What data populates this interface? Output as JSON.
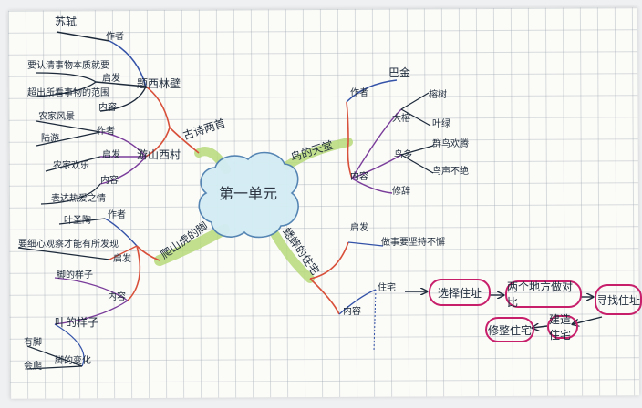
{
  "center": "第一单元",
  "upper_left": {
    "branch1": "古诗两首",
    "sub1": "题西林壁",
    "sub1_author": "作者",
    "sub1_author_name": "苏轼",
    "sub1_inspire": "启发",
    "sub1_inspire_text1": "要认清事物本质就要",
    "sub1_inspire_text2": "超出所看事物的范围",
    "sub1_content": "内容",
    "sub2": "游山西村",
    "sub2_item1": "农家风景",
    "sub2_item2": "陆游",
    "sub2_author": "作者",
    "sub2_item3": "农家欢乐",
    "sub2_inspire": "启发",
    "sub2_item4": "内容",
    "sub2_item5": "表达热爱之情"
  },
  "lower_left": {
    "branch": "爬山虎的脚",
    "author": "作者",
    "author_name": "叶圣陶",
    "inspire": "启发",
    "inspire_text": "要细心观察才能有所发现",
    "content": "内容",
    "item1": "脚的样子",
    "item2": "叶的样子",
    "item3": "有脚",
    "item4": "会爬",
    "item5": "脚的变化"
  },
  "upper_right": {
    "branch": "鸟的天堂",
    "author": "作者",
    "author_name": "巴金",
    "content": "内容",
    "sub1": "大榕",
    "sub1_a": "榕树",
    "sub1_b": "叶绿",
    "sub2": "鸟多",
    "sub2_a": "群鸟欢腾",
    "sub2_b": "鸟声不绝",
    "sub3": "修辞"
  },
  "lower_right": {
    "branch": "蟋蟀的住宅",
    "inspire": "启发",
    "inspire_text": "做事要坚持不懈",
    "content": "内容",
    "work": "住宅",
    "flow1": "选择住址",
    "flow2": "两个地方做对比",
    "flow3": "寻找住址",
    "flow4": "建造住宅",
    "flow5": "修整住宅"
  },
  "colors": {
    "line_dark": "#1d2a3a",
    "line_red": "#d8503a",
    "line_blue": "#3453a8",
    "line_purple": "#7a3d9a",
    "highlight_green": "#b6d97a",
    "center_cloud": "#d3ecf4",
    "circle_magenta": "#c81f6b"
  }
}
